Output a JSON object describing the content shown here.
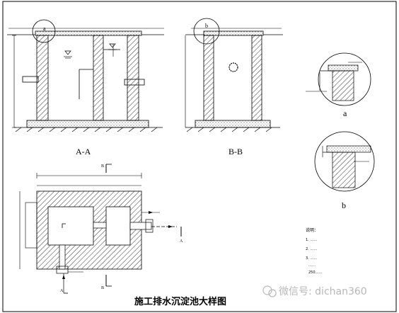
{
  "sections": {
    "a_a_label": "A-A",
    "b_b_label": "B-B",
    "detail_a_label": "a",
    "detail_b_label": "b",
    "marker_a": "a",
    "marker_b": "b"
  },
  "plan": {
    "cut_a_left": "A",
    "cut_a_right": "A",
    "cut_b_top": "B",
    "cut_b_bottom": "B"
  },
  "title": "施工排水沉淀池大样图",
  "notes": {
    "heading": "说明：",
    "line1": "1.  ……",
    "line2": "2.  ……",
    "line3": "3.  ……",
    "line3b": "……",
    "line3c": "250……"
  },
  "watermark": {
    "text": "微信号: dichan360"
  },
  "colors": {
    "line": "#000000",
    "watermark": "#b8b8b8"
  }
}
